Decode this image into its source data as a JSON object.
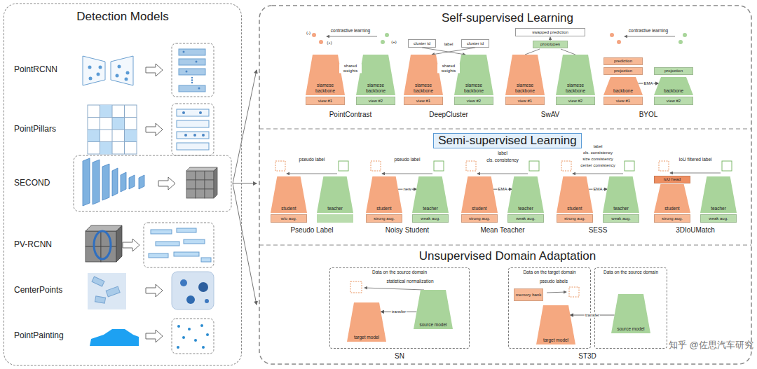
{
  "diagram": {
    "nodes": [
      {
        "text": [
          "Detection Models"
        ]
      },
      {
        "text": [
          "Self-supervised Learning"
        ]
      },
      {
        "text": [
          "Semi-supervised Learning"
        ]
      },
      {
        "text": [
          "Unsupervised Domain Adaptation"
        ]
      },
      {
        "text": [
          "siamese backbone"
        ],
        "in": 1
      },
      {
        "text": [
          "view #1"
        ],
        "in": 1
      },
      {
        "text": [
          "siamese backbone"
        ],
        "in": 1
      },
      {
        "text": [
          "view #2"
        ],
        "in": 1
      },
      {
        "text": [
          "cluster id"
        ],
        "in": 1
      },
      {
        "text": [
          "cluster id"
        ],
        "in": 1
      },
      {
        "text": [
          "siamese backbone"
        ],
        "in": 1
      },
      {
        "text": [
          "view #1"
        ],
        "in": 1
      },
      {
        "text": [
          "siamese backbone"
        ],
        "in": 1
      },
      {
        "text": [
          "view #2"
        ],
        "in": 1
      },
      {
        "text": [
          "swapped prediction"
        ],
        "in": 1
      },
      {
        "text": [
          "prototypes"
        ],
        "in": 1
      },
      {
        "text": [
          "siamese backbone"
        ],
        "in": 1
      },
      {
        "text": [
          "view #1"
        ],
        "in": 1
      },
      {
        "text": [
          "siamese backbone"
        ],
        "in": 1
      },
      {
        "text": [
          "view #2"
        ],
        "in": 1
      },
      {
        "text": [
          "prediction"
        ],
        "in": 1
      },
      {
        "text": [
          "projection"
        ],
        "in": 1
      },
      {
        "text": [
          "backbone"
        ],
        "in": 1
      },
      {
        "text": [
          "view #1"
        ],
        "in": 1
      },
      {
        "text": [
          "projection"
        ],
        "in": 1
      },
      {
        "text": [
          "backbone"
        ],
        "in": 1
      },
      {
        "text": [
          "view #2"
        ],
        "in": 1
      },
      {
        "text": [
          "student"
        ],
        "in": 2
      },
      {
        "text": [
          "w/o aug."
        ],
        "in": 2
      },
      {
        "text": [
          "teacher"
        ],
        "in": 2
      },
      {
        "text": [
          "student"
        ],
        "in": 2
      },
      {
        "text": [
          "strong aug."
        ],
        "in": 2
      },
      {
        "text": [
          "teacher"
        ],
        "in": 2
      },
      {
        "text": [
          "weak aug."
        ],
        "in": 2
      },
      {
        "text": [
          "student"
        ],
        "in": 2
      },
      {
        "text": [
          "strong aug."
        ],
        "in": 2
      },
      {
        "text": [
          "teacher"
        ],
        "in": 2
      },
      {
        "text": [
          "weak aug."
        ],
        "in": 2
      },
      {
        "text": [
          "student"
        ],
        "in": 2
      },
      {
        "text": [
          "strong aug."
        ],
        "in": 2
      },
      {
        "text": [
          "teacher"
        ],
        "in": 2
      },
      {
        "text": [
          "weak aug."
        ],
        "in": 2
      },
      {
        "text": [
          "IoU head"
        ],
        "in": 2
      },
      {
        "text": [
          "student"
        ],
        "in": 2
      },
      {
        "text": [
          "strong aug."
        ],
        "in": 2
      },
      {
        "text": [
          "teacher"
        ],
        "in": 2
      },
      {
        "text": [
          "weak aug."
        ],
        "in": 2
      },
      {
        "text": [
          "Data on the source domain"
        ],
        "in": 3
      },
      {
        "text": [
          "target model"
        ],
        "in": 47
      },
      {
        "text": [
          "source model"
        ],
        "in": 47
      },
      {
        "text": [
          "Data on the target domain"
        ],
        "in": 3
      },
      {
        "text": [
          "memory bank"
        ],
        "in": 50
      },
      {
        "text": [
          "target model"
        ],
        "in": 50
      },
      {
        "text": [
          "Data on the source domain"
        ],
        "in": 3
      },
      {
        "text": [
          "source model"
        ],
        "in": 53
      }
    ],
    "edges": [
      {
        "from": 4,
        "to": 6,
        "arrow": "none",
        "label": "shared weights"
      },
      {
        "from": 10,
        "to": 12,
        "arrow": "none",
        "label": "shared weights"
      },
      {
        "from": 22,
        "to": 25,
        "arrow": "to",
        "label": "EMA"
      },
      {
        "from": 30,
        "to": 32,
        "arrow": "to",
        "label": "new"
      },
      {
        "from": 34,
        "to": 36,
        "arrow": "to",
        "label": "EMA"
      },
      {
        "from": 38,
        "to": 40,
        "arrow": "to",
        "label": "EMA"
      },
      {
        "from": 49,
        "to": 48,
        "arrow": "to",
        "label": "transfer"
      },
      {
        "from": 54,
        "to": 52,
        "arrow": "to",
        "label": "transfer"
      }
    ],
    "labels": [
      "PointRCNN",
      "PointPillars",
      "SECOND",
      "PV-RCNN",
      "CenterPoints",
      "PointPainting",
      "contrastive learning",
      "(-)",
      "(+)",
      "(+)",
      "PointContrast",
      "label",
      "DeepCluster",
      "SwAV",
      "contrastive learning",
      "BYOL",
      "pseudo label",
      "Pseudo Label",
      "pseudo label",
      "Noisy Student",
      "label",
      "cls. consistency",
      "Mean Teacher",
      "label",
      "cls. consistency",
      "size consistency",
      "center consistency",
      "SESS",
      "IoU filtered label",
      "3DIoUMatch",
      "statistical normalization",
      "SN",
      "pseudo labels",
      "ST3D",
      "知乎 @佐思汽车研究"
    ]
  }
}
